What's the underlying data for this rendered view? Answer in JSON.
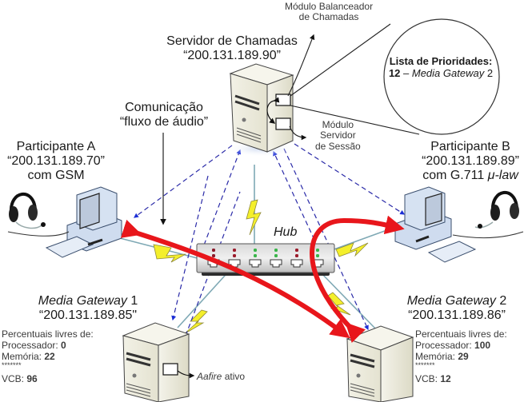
{
  "server": {
    "title": "Servidor de Chamadas",
    "ip": "“200.131.189.90”",
    "module_balancer_line1": "Módulo Balanceador",
    "module_balancer_line2": "de Chamadas",
    "module_session_line1": "Módulo",
    "module_session_line2": "Servidor",
    "module_session_line3": "de Sessão"
  },
  "priority_list": {
    "title": "Lista de Prioridades:",
    "value": "12",
    "separator": " – ",
    "gateway": "Media Gateway",
    "gateway_number": " 2"
  },
  "communication": {
    "line1": "Comunicação",
    "line2": "“fluxo de áudio”"
  },
  "participant_a": {
    "name": "Participante A",
    "ip": "“200.131.189.70”",
    "codec": "com GSM"
  },
  "participant_b": {
    "name": "Participante B",
    "ip": "“200.131.189.89”",
    "codec_prefix": "com G.711 ",
    "codec_italic": "μ-law"
  },
  "hub": {
    "label": "Hub",
    "ports": [
      {
        "led": "#8b1a2a"
      },
      {
        "led": "#9b1b2b"
      },
      {
        "led": "#39b54a"
      },
      {
        "led": "#39b54a"
      },
      {
        "led": "#9b1b2b"
      },
      {
        "led": "#39b54a"
      }
    ]
  },
  "gateway1": {
    "name_italic": "Media Gateway",
    "name_num": " 1",
    "ip": "“200.131.189.85\"",
    "stats_title": "Percentuais livres de:",
    "processor_label": "Processador: ",
    "processor_value": "0",
    "memory_label": "Memória: ",
    "memory_value": "22",
    "stars": "*******",
    "vcb_label": "VCB: ",
    "vcb_value": "96",
    "module_italic": "Aafire",
    "module_status": " ativo"
  },
  "gateway2": {
    "name_italic": "Media Gateway",
    "name_num": " 2",
    "ip": "“200.131.189.86”",
    "stats_title": "Percentuais livres de:",
    "processor_label": "Processador: ",
    "processor_value": "100",
    "memory_label": "Memória: ",
    "memory_value": "29",
    "stars": "*******",
    "vcb_label": "VCB: ",
    "vcb_value": "12"
  },
  "colors": {
    "audio_flow": "#e8161b",
    "signaling": "#2a2aa8",
    "wireless": "#f2ee2a",
    "server_body": "#ece9d8",
    "pc_body": "#cfdcef"
  }
}
